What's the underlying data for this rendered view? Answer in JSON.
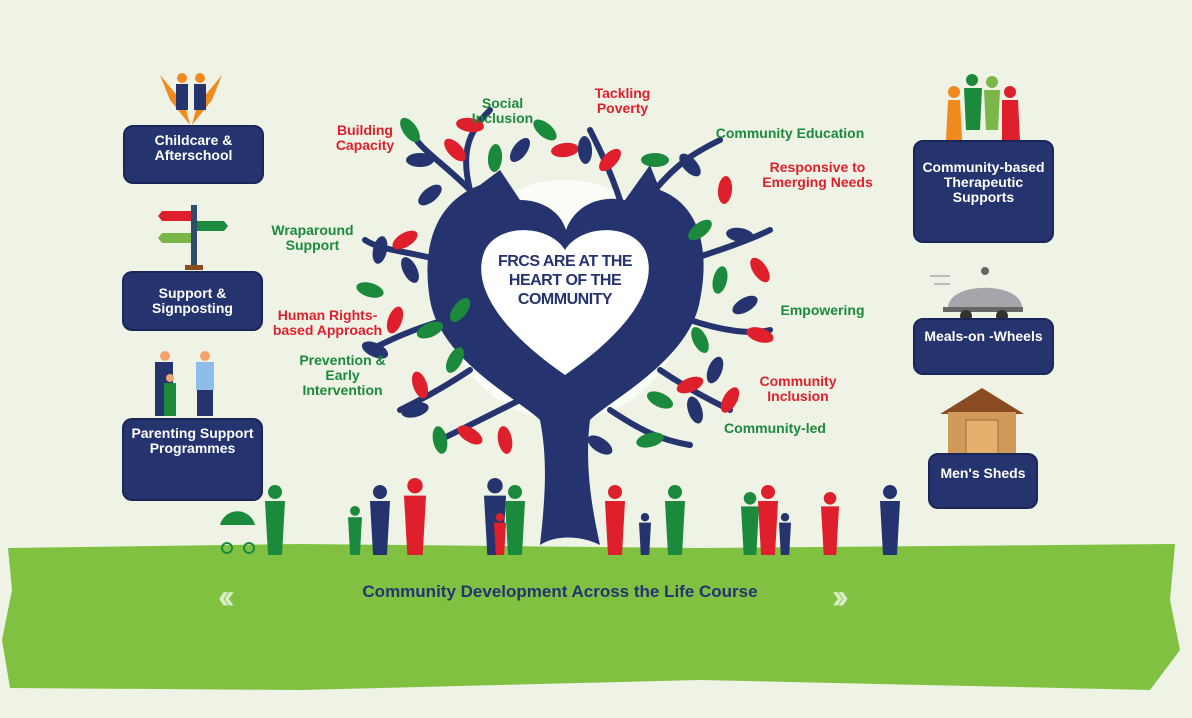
{
  "heart_text": "FRCS ARE AT THE HEART OF THE COMMUNITY",
  "left_services": [
    {
      "label": "Childcare & Afterschool",
      "icon": "hands-children-icon"
    },
    {
      "label": "Support & Signposting",
      "icon": "signpost-icon"
    },
    {
      "label": "Parenting Support Programmes",
      "icon": "parents-child-icon"
    }
  ],
  "right_services": [
    {
      "label": "Community-based Therapeutic Supports",
      "icon": "people-joined-icon"
    },
    {
      "label": "Meals-on -Wheels",
      "icon": "food-cloche-icon"
    },
    {
      "label": "Men's Sheds",
      "icon": "shed-icon"
    }
  ],
  "values": [
    {
      "text": "Building\nCapacity",
      "color": "red"
    },
    {
      "text": "Social\nInclusion",
      "color": "green"
    },
    {
      "text": "Tackling\nPoverty",
      "color": "red"
    },
    {
      "text": "Community Education",
      "color": "green"
    },
    {
      "text": "Responsive to\nEmerging Needs",
      "color": "red"
    },
    {
      "text": "Wraparound\nSupport",
      "color": "green"
    },
    {
      "text": "Human Rights-\nbased Approach",
      "color": "red"
    },
    {
      "text": "Prevention &\nEarly\nIntervention",
      "color": "green"
    },
    {
      "text": "Empowering",
      "color": "green"
    },
    {
      "text": "Community\nInclusion",
      "color": "red"
    },
    {
      "text": "Community-led",
      "color": "green"
    }
  ],
  "footer": "Community Development Across the Life Course",
  "colors": {
    "navy": "#25336f",
    "red": "#e01f2d",
    "green": "#1c8a3c",
    "grass": "#80c141",
    "background": "#eef3e5"
  }
}
